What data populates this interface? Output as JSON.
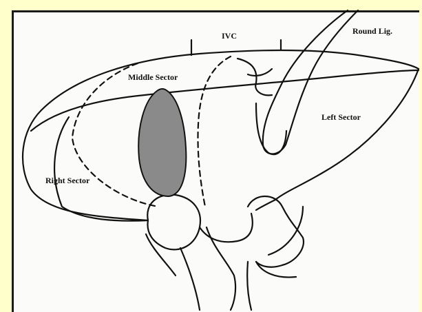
{
  "labels": {
    "ivc": "IVC",
    "round_lig": "Round Lig.",
    "middle_sector": "Middle Sector",
    "left_sector": "Left Sector",
    "right_sector": "Right Sector"
  },
  "colors": {
    "frame": "#ffffcc",
    "paper": "#fbfbf9",
    "ink": "#111111",
    "shaded_region": "#8a8a8a"
  }
}
